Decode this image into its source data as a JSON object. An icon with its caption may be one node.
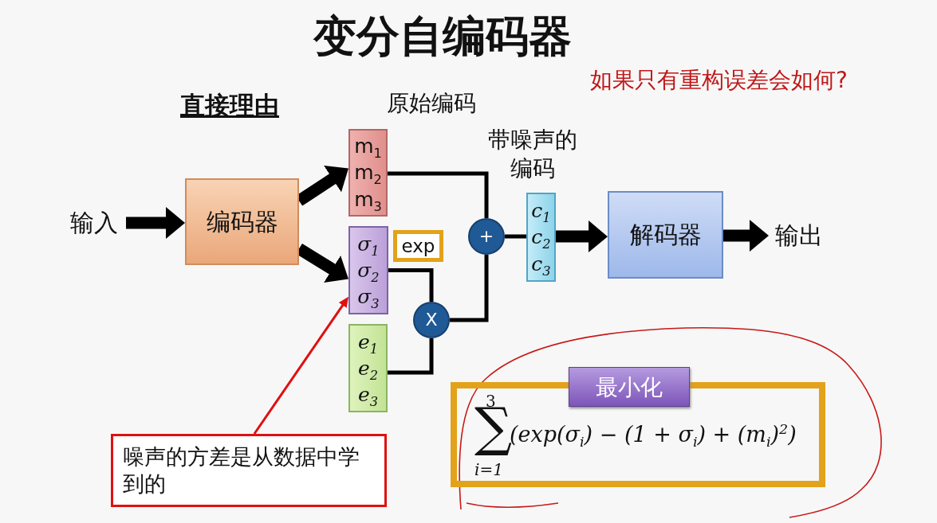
{
  "diagram": {
    "title": "变分自编码器",
    "nodes": [
      {
        "text": [
          "输入"
        ]
      },
      {
        "text": [
          "编码器"
        ]
      },
      {
        "text": [
          "m$_{1}$",
          "m$_{2}$",
          "m$_{3}$"
        ],
        "beside": [
          "原始编码"
        ]
      },
      {
        "text": [
          "σ$_{1}$",
          "σ$_{2}$",
          "σ$_{3}$"
        ]
      },
      {
        "text": [
          "exp"
        ]
      },
      {
        "text": [
          "e$_{1}$",
          "e$_{2}$",
          "e$_{3}$"
        ]
      },
      {
        "text": [
          "X"
        ]
      },
      {
        "text": [
          "+"
        ]
      },
      {
        "text": [
          "c$_{1}$",
          "c$_{2}$",
          "c$_{3}$"
        ],
        "beside": [
          "带噪声的编码"
        ]
      },
      {
        "text": [
          "解码器"
        ]
      },
      {
        "text": [
          "输出"
        ]
      },
      {
        "text": [
          "噪声的方差是从数据中学到的"
        ]
      },
      {
        "text": [
          "3",
          "∑",
          "i=1",
          "(exp(σ$_{i}$) − (1 + σ$_{i}$) + (m$_{i}$)$^{2}$)"
        ]
      },
      {
        "text": [
          "最小化"
        ]
      }
    ],
    "edges": [
      {
        "from": 0,
        "to": 1,
        "arrow": "to",
        "style": "thick"
      },
      {
        "from": 1,
        "to": 2,
        "arrow": "to",
        "style": "thick"
      },
      {
        "from": 1,
        "to": 3,
        "arrow": "to",
        "style": "thick"
      },
      {
        "from": 2,
        "to": 7,
        "arrow": "none"
      },
      {
        "from": 3,
        "to": 6,
        "arrow": "none"
      },
      {
        "from": 5,
        "to": 6,
        "arrow": "none"
      },
      {
        "from": 6,
        "to": 7,
        "arrow": "none"
      },
      {
        "from": 7,
        "to": 8,
        "arrow": "none"
      },
      {
        "from": 8,
        "to": 9,
        "arrow": "to",
        "style": "thick"
      },
      {
        "from": 9,
        "to": 10,
        "arrow": "to",
        "style": "thick"
      },
      {
        "from": 11,
        "to": 3,
        "arrow": "to",
        "color": "#e01010"
      }
    ],
    "labels": [
      "直接理由",
      "如果只有重构误差会如何?"
    ]
  }
}
